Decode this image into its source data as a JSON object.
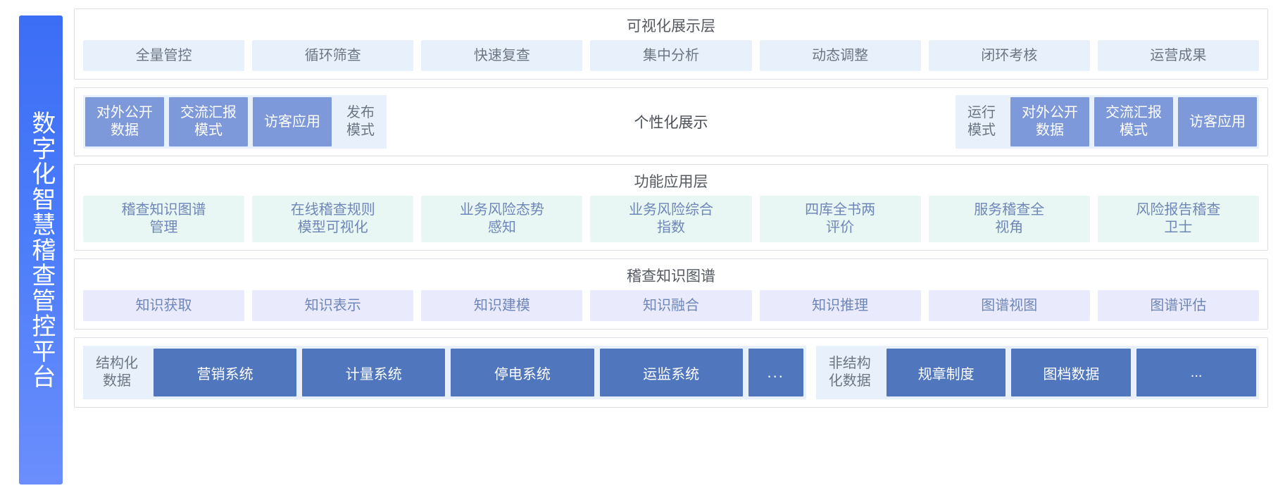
{
  "sidebar": {
    "title": "数字化智慧稽查管控平台"
  },
  "layers": {
    "visualization": {
      "title": "可视化展示层",
      "chips": [
        "全量管控",
        "循环筛查",
        "快速复查",
        "集中分析",
        "动态调整",
        "闭环考核",
        "运营成果"
      ]
    },
    "modes": {
      "center_label": "个性化展示",
      "left_group": [
        {
          "label": "对外公开\n数据",
          "style": "solid"
        },
        {
          "label": "交流汇报\n模式",
          "style": "solid"
        },
        {
          "label": "访客应用",
          "style": "solid"
        },
        {
          "label": "发布\n模式",
          "style": "plain"
        }
      ],
      "right_group": [
        {
          "label": "运行\n模式",
          "style": "plain"
        },
        {
          "label": "对外公开\n数据",
          "style": "solid"
        },
        {
          "label": "交流汇报\n模式",
          "style": "solid"
        },
        {
          "label": "访客应用",
          "style": "solid"
        }
      ]
    },
    "function": {
      "title": "功能应用层",
      "chips": [
        "稽查知识图谱\n管理",
        "在线稽查规则\n模型可视化",
        "业务风险态势\n感知",
        "业务风险综合\n指数",
        "四库全书两\n评价",
        "服务稽查全\n视角",
        "风险报告稽查\n卫士"
      ]
    },
    "knowledge_graph": {
      "title": "稽查知识图谱",
      "chips": [
        "知识获取",
        "知识表示",
        "知识建模",
        "知识融合",
        "知识推理",
        "图谱视图",
        "图谱评估"
      ]
    },
    "data": {
      "structured": {
        "label": "结构化\n数据",
        "boxes": [
          "营销系统",
          "计量系统",
          "停电系统",
          "运监系统",
          "..."
        ]
      },
      "unstructured": {
        "label": "非结构\n化数据",
        "boxes": [
          "规章制度",
          "图档数据",
          "..."
        ]
      }
    }
  },
  "colors": {
    "sidebar_gradient_start": "#3c6df5",
    "sidebar_gradient_end": "#6b8efc",
    "chip_visualization_bg": "#e8f1fb",
    "chip_function_bg": "#e8f7f3",
    "chip_kg_bg": "#e9eafb",
    "mode_solid_bg": "#7e99d9",
    "data_box_bg": "#5077bd",
    "panel_border": "#dcdee3"
  }
}
